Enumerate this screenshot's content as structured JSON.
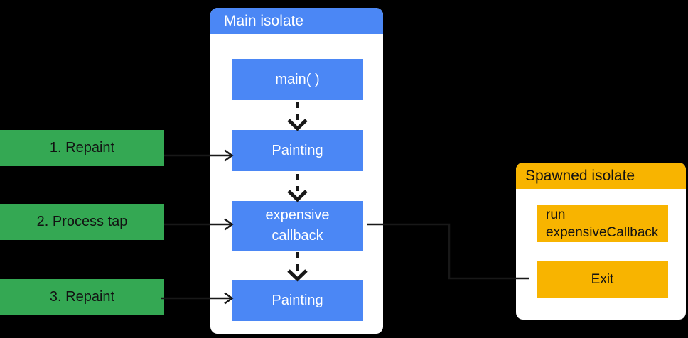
{
  "diagram": {
    "background_color": "#000000",
    "line_color": "#181818",
    "step_labels": [
      {
        "text": "1. Repaint",
        "color": "#34A853"
      },
      {
        "text": "2. Process tap",
        "color": "#34A853"
      },
      {
        "text": "3. Repaint",
        "color": "#34A853"
      }
    ],
    "main_isolate": {
      "title": "Main isolate",
      "header_color": "#4B87F5",
      "node_color": "#4B87F5",
      "nodes": [
        {
          "text": "main( )"
        },
        {
          "text": "Painting"
        },
        {
          "text": "expensive\ncallback"
        },
        {
          "text": "Painting"
        }
      ]
    },
    "spawned_isolate": {
      "title": "Spawned isolate",
      "header_color": "#F8B400",
      "node_color": "#F8B400",
      "nodes": [
        {
          "text": "run\nexpensiveCallback"
        },
        {
          "text": "Exit"
        }
      ]
    }
  }
}
